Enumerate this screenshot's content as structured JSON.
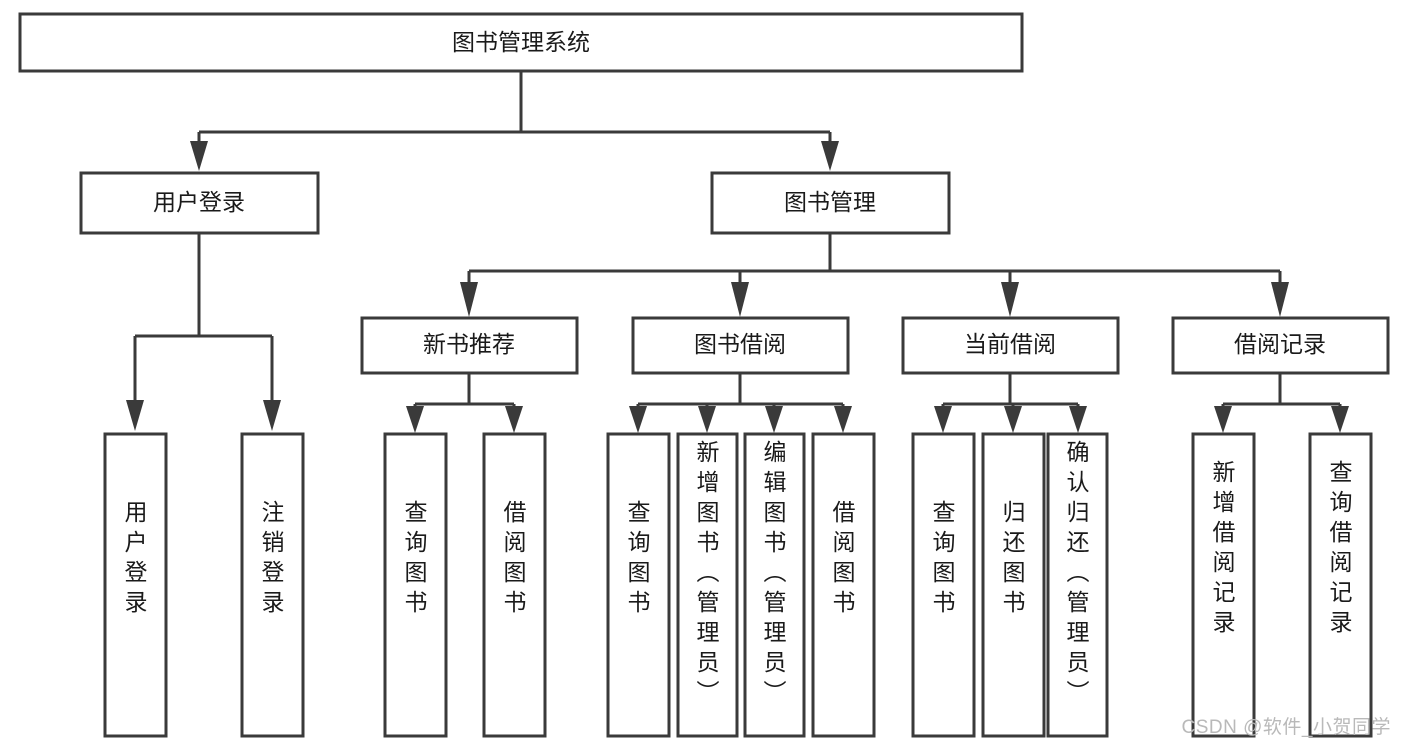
{
  "diagram": {
    "type": "tree-hierarchy-chart",
    "title": "图书管理系统",
    "background_color": "#ffffff",
    "line_color": "#3a3a3a",
    "text_color": "#1a1a1a",
    "levels": 3,
    "root": {
      "id": "root",
      "label": "图书管理系统",
      "orientation": "horizontal"
    },
    "level2": [
      {
        "id": "user-login",
        "label": "用户登录",
        "orientation": "horizontal"
      },
      {
        "id": "book-management",
        "label": "图书管理",
        "orientation": "horizontal"
      }
    ],
    "level3": [
      {
        "id": "new-book-recommend",
        "label": "新书推荐",
        "orientation": "horizontal",
        "parent": "book-management"
      },
      {
        "id": "book-borrow",
        "label": "图书借阅",
        "orientation": "horizontal",
        "parent": "book-management"
      },
      {
        "id": "current-borrow",
        "label": "当前借阅",
        "orientation": "horizontal",
        "parent": "book-management"
      },
      {
        "id": "borrow-record",
        "label": "借阅记录",
        "orientation": "horizontal",
        "parent": "book-management"
      }
    ],
    "leaves": [
      {
        "id": "leaf-user-login",
        "label": "用户登录",
        "orientation": "vertical",
        "parent": "user-login"
      },
      {
        "id": "leaf-user-logout",
        "label": "注销登录",
        "orientation": "vertical",
        "parent": "user-login"
      },
      {
        "id": "leaf-query-book-1",
        "label": "查询图书",
        "orientation": "vertical",
        "parent": "new-book-recommend"
      },
      {
        "id": "leaf-borrow-book-1",
        "label": "借阅图书",
        "orientation": "vertical",
        "parent": "new-book-recommend"
      },
      {
        "id": "leaf-query-book-2",
        "label": "查询图书",
        "orientation": "vertical",
        "parent": "book-borrow"
      },
      {
        "id": "leaf-add-book",
        "label": "新增图书（管理员）",
        "orientation": "vertical",
        "parent": "book-borrow"
      },
      {
        "id": "leaf-edit-book",
        "label": "编辑图书（管理员）",
        "orientation": "vertical",
        "parent": "book-borrow"
      },
      {
        "id": "leaf-borrow-book-2",
        "label": "借阅图书",
        "orientation": "vertical",
        "parent": "book-borrow"
      },
      {
        "id": "leaf-query-book-3",
        "label": "查询图书",
        "orientation": "vertical",
        "parent": "current-borrow"
      },
      {
        "id": "leaf-return-book",
        "label": "归还图书",
        "orientation": "vertical",
        "parent": "current-borrow"
      },
      {
        "id": "leaf-confirm-return",
        "label": "确认归还（管理员）",
        "orientation": "vertical",
        "parent": "current-borrow"
      },
      {
        "id": "leaf-add-record",
        "label": "新增借阅记录",
        "orientation": "vertical",
        "parent": "borrow-record"
      },
      {
        "id": "leaf-query-record",
        "label": "查询借阅记录",
        "orientation": "vertical",
        "parent": "borrow-record"
      }
    ]
  },
  "watermark": {
    "text": "CSDN @软件_小贺同学",
    "color": "#b9b9b9"
  }
}
